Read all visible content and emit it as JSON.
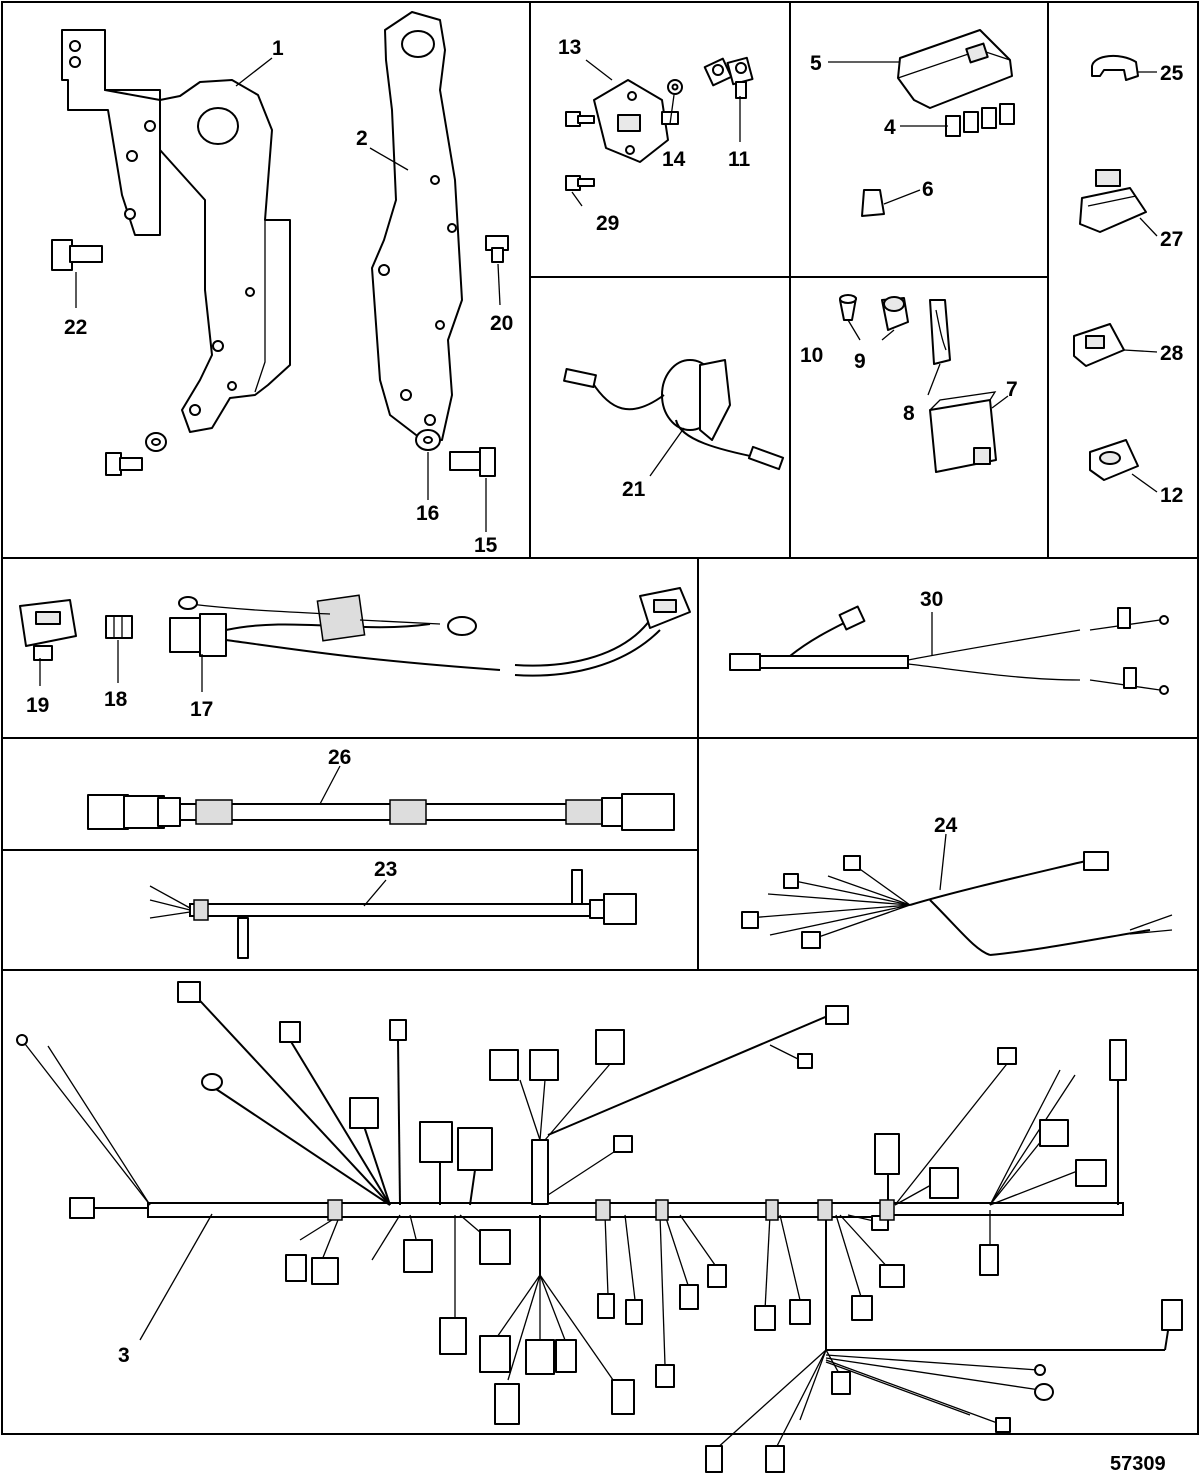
{
  "callouts": {
    "c1": "1",
    "c2": "2",
    "c3": "3",
    "c4": "4",
    "c5": "5",
    "c6": "6",
    "c7": "7",
    "c8": "8",
    "c9": "9",
    "c10": "10",
    "c11": "11",
    "c12": "12",
    "c13": "13",
    "c14": "14",
    "c15": "15",
    "c16": "16",
    "c17": "17",
    "c18": "18",
    "c19": "19",
    "c20": "20",
    "c21": "21",
    "c22": "22",
    "c23": "23",
    "c24": "24",
    "c25": "25",
    "c26": "26",
    "c27": "27",
    "c28": "28",
    "c29": "29",
    "c30": "30"
  },
  "document_number": "57309"
}
